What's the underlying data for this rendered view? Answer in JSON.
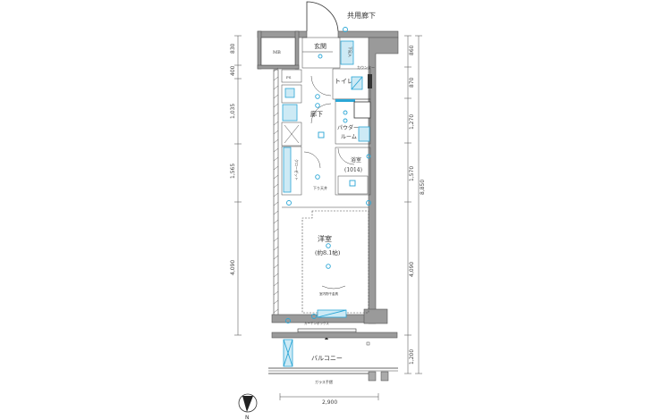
{
  "plan": {
    "labels": {
      "corridor_shared": "共用廊下",
      "mb": "MB",
      "entrance": "玄関",
      "shoe_storage": "下足入",
      "ps": "PS",
      "counter": "カウンター",
      "toilet": "トイレ",
      "hallway": "廊下",
      "powder_room_1": "パウダー",
      "powder_room_2": "ルーム",
      "bath": "浴室",
      "bath_size": "(1014)",
      "closet": "クローゼット",
      "lowered_ceiling": "下り天井",
      "western_room": "洋室",
      "western_room_size": "(約8.1帖)",
      "drying_hardware": "室内物干金具",
      "curtain_box": "カーテンボックス",
      "balcony": "バルコニー",
      "glass_railing": "ガラス手摺",
      "compass": "N"
    },
    "dimensions": {
      "left": [
        "830",
        "400",
        "1,035",
        "1,565",
        "4,090"
      ],
      "right": [
        "860",
        "870",
        "1,270",
        "1,570",
        "4,090",
        "1,200"
      ],
      "total_depth": "8,850",
      "width": "2,900"
    },
    "colors": {
      "fixture": "#2aa6d6",
      "wall": "#9a9a9a"
    }
  }
}
